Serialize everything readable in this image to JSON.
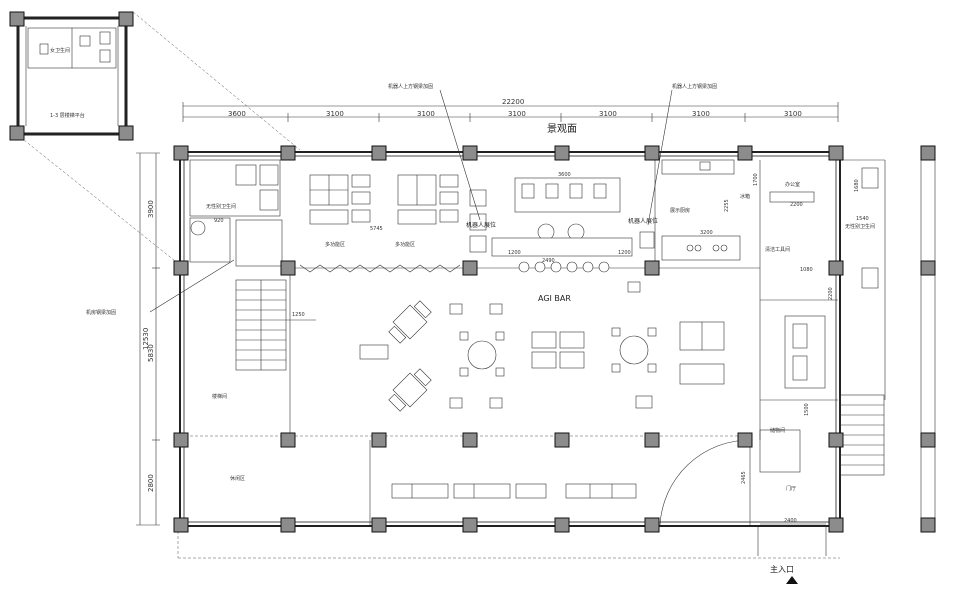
{
  "labels": {
    "landscape": "景观面",
    "bar": "AGI BAR",
    "main_entrance": "主入口",
    "robot_beam_left": "机器人上方钢梁加固",
    "robot_beam_right": "机器人上方钢梁加固",
    "stair_beam": "机房钢梁加固",
    "inset_room": "女卫生间",
    "inset_caption": "1-3 层楼梯平台",
    "robot_pos_left": "机器人展位",
    "robot_pos_right": "机器人展位",
    "dining_left": "多功能区",
    "dining_mid": "多功能区",
    "mezzanine": "楼梯间",
    "corridor": "休闲区",
    "ice_machine": "冰箱",
    "office": "办公室",
    "kitchen": "展示厨房",
    "cleaning": "清洁工具间",
    "storage": "储物间",
    "gate": "门厅",
    "accessible_wc": "无性别卫生间",
    "wc_right": "无性别卫生间"
  },
  "dimensions": {
    "total": "22200",
    "segments": [
      "3600",
      "3100",
      "3100",
      "3100",
      "3100",
      "3100",
      "3100"
    ],
    "left_total": "12530",
    "left_segments": [
      "3900",
      "5830",
      "2800"
    ],
    "bar_width": "3600",
    "kitchen_width": "3200",
    "gate_width": "2400",
    "office_width": "2200",
    "mezz_width": "1250",
    "inner_a": "920",
    "inner_b": "1200",
    "inner_c": "1200",
    "inner_d": "5745",
    "inner_e": "2490",
    "inner_f": "1700",
    "inner_g": "1680",
    "inner_h": "1540",
    "inner_i": "1080",
    "inner_j": "1500",
    "inner_k": "2465",
    "inner_l": "2255",
    "inner_m": "2200"
  }
}
